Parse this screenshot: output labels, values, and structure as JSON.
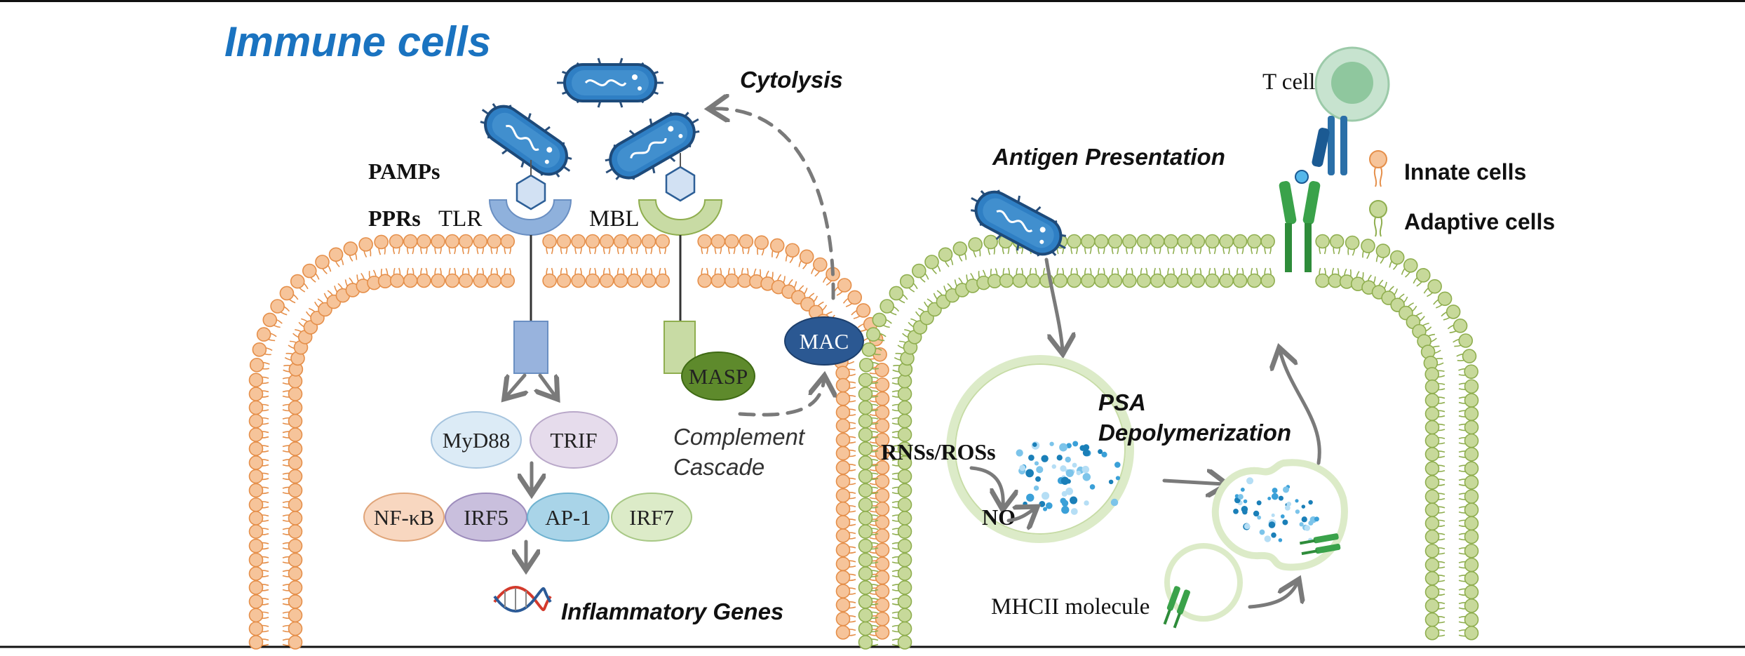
{
  "title": "Immune cells",
  "labels": {
    "cytolysis": "Cytolysis",
    "pamps": "PAMPs",
    "pprs": "PPRs",
    "tlr": "TLR",
    "mbl": "MBL",
    "mac": "MAC",
    "masp": "MASP",
    "complement_line1": "Complement",
    "complement_line2": "Cascade",
    "myd88": "MyD88",
    "trif": "TRIF",
    "nfkb": "NF-κB",
    "irf5": "IRF5",
    "ap1": "AP-1",
    "irf7": "IRF7",
    "inflammatory_genes": "Inflammatory Genes",
    "antigen_presentation": "Antigen Presentation",
    "t_cell": "T cell",
    "psa_line1": "PSA",
    "psa_line2": "Depolymerization",
    "rns_ros": "RNSs/ROSs",
    "no": "NO",
    "mhcii": "MHCII molecule"
  },
  "legend": {
    "innate": "Innate cells",
    "adaptive": "Adaptive cells"
  },
  "colors": {
    "title": "#1a73c0",
    "innate_lipid": "#f6c49a",
    "innate_stroke": "#e58f4a",
    "adaptive_lipid": "#c7d99a",
    "adaptive_stroke": "#8fae4f",
    "bacterium": "#2f7fc4",
    "arrow": "#7a7a7a"
  }
}
